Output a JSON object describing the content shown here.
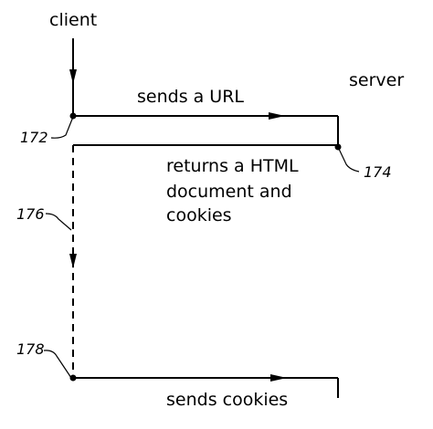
{
  "labels": {
    "client": "client",
    "server": "server",
    "sends_url": "sends a URL",
    "returns_line1": "returns a HTML",
    "returns_line2": "document and",
    "returns_line3": "cookies",
    "sends_cookies": "sends cookies"
  },
  "refs": {
    "r172": "172",
    "r174": "174",
    "r176": "176",
    "r178": "178"
  }
}
